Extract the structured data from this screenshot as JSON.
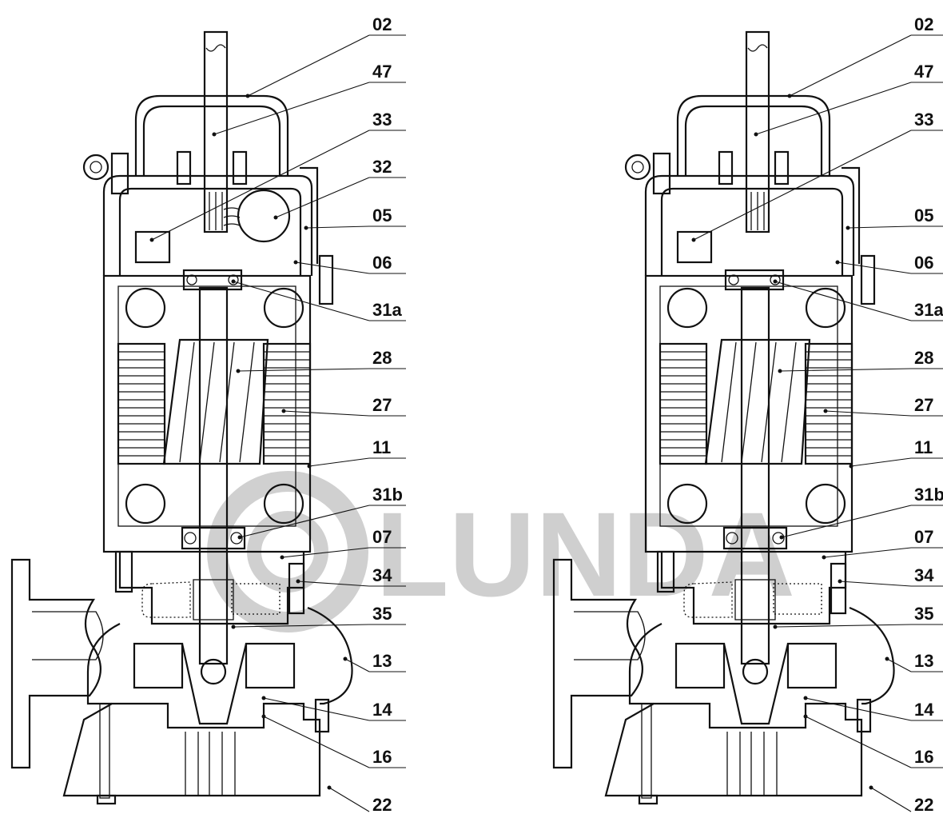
{
  "watermark": {
    "text": "LUNDA",
    "color": "#d0d0d0"
  },
  "views": [
    {
      "id": "left",
      "labels": [
        "02",
        "47",
        "33",
        "32",
        "05",
        "06",
        "31a",
        "28",
        "27",
        "11",
        "31b",
        "07",
        "34",
        "35",
        "13",
        "14",
        "16",
        "22"
      ]
    },
    {
      "id": "right",
      "labels": [
        "02",
        "47",
        "33",
        "05",
        "06",
        "31a",
        "28",
        "27",
        "11",
        "31b",
        "07",
        "34",
        "35",
        "13",
        "14",
        "16",
        "22"
      ]
    }
  ]
}
